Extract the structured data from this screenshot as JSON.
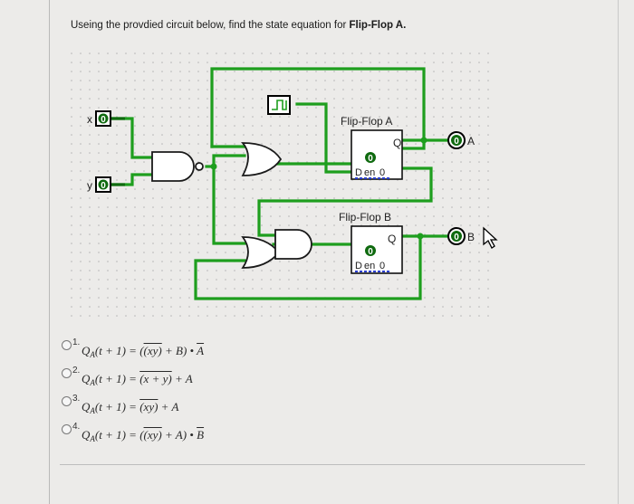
{
  "question": {
    "prefix": "Useing the provdied circuit below, find the state equation for ",
    "bold": "Flip-Flop A."
  },
  "circuit": {
    "input_x_label": "x",
    "input_x_value": "0",
    "input_y_label": "y",
    "input_y_value": "0",
    "ff_a_title": "Flip-Flop A",
    "ff_b_title": "Flip-Flop B",
    "ff_a_state": "0",
    "ff_b_state": "0",
    "q_pin": "Q",
    "d_pin": "D",
    "en_pin": "en",
    "en_value": "0",
    "output_a_label": "A",
    "output_b_label": "B",
    "output_a_value": "0",
    "output_b_value": "0",
    "colors": {
      "wire": "#1e9e1e",
      "wire_dark": "#116611",
      "gate": "#1a1a1a"
    }
  },
  "options": [
    {
      "num": "1.",
      "q": "Q",
      "sub": "A",
      "lhs": "(t + 1) = (",
      "over": "(xy)",
      "rhs": " + B) • ",
      "tail_over": "A"
    },
    {
      "num": "2.",
      "q": "Q",
      "sub": "A",
      "lhs": "(t + 1) = ",
      "over": "(x + y)",
      "rhs": " + A",
      "tail_over": ""
    },
    {
      "num": "3.",
      "q": "Q",
      "sub": "A",
      "lhs": "(t + 1) = ",
      "over": "(xy)",
      "rhs": " + A",
      "tail_over": ""
    },
    {
      "num": "4.",
      "q": "Q",
      "sub": "A",
      "lhs": "(t + 1) = (",
      "over": "(xy)",
      "rhs": " + A) • ",
      "tail_over": "B"
    }
  ]
}
